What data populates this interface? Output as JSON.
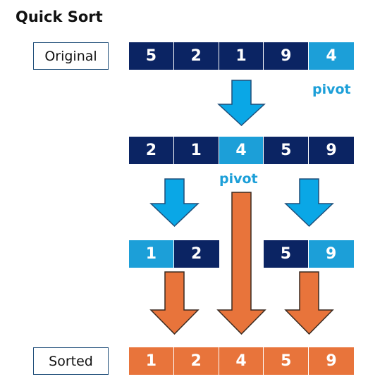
{
  "title": "Quick Sort",
  "labels": {
    "original": "Original",
    "sorted": "Sorted"
  },
  "pivot_text": "pivot",
  "colors": {
    "dark_blue": "#0b2463",
    "light_blue": "#1c9fd8",
    "orange": "#e8743b",
    "arrow_blue": "#0aa7e6",
    "pivot_text": "#1c9fd8"
  },
  "rows": {
    "original": [
      {
        "value": "5",
        "color": "dark_blue"
      },
      {
        "value": "2",
        "color": "dark_blue"
      },
      {
        "value": "1",
        "color": "dark_blue"
      },
      {
        "value": "9",
        "color": "dark_blue"
      },
      {
        "value": "4",
        "color": "light_blue"
      }
    ],
    "partitioned": [
      {
        "value": "2",
        "color": "dark_blue"
      },
      {
        "value": "1",
        "color": "dark_blue"
      },
      {
        "value": "4",
        "color": "light_blue"
      },
      {
        "value": "5",
        "color": "dark_blue"
      },
      {
        "value": "9",
        "color": "dark_blue"
      }
    ],
    "left_sub": [
      {
        "value": "1",
        "color": "light_blue"
      },
      {
        "value": "2",
        "color": "dark_blue"
      }
    ],
    "right_sub": [
      {
        "value": "5",
        "color": "dark_blue"
      },
      {
        "value": "9",
        "color": "light_blue"
      }
    ],
    "sorted": [
      {
        "value": "1",
        "color": "orange"
      },
      {
        "value": "2",
        "color": "orange"
      },
      {
        "value": "4",
        "color": "orange"
      },
      {
        "value": "5",
        "color": "orange"
      },
      {
        "value": "9",
        "color": "orange"
      }
    ]
  }
}
